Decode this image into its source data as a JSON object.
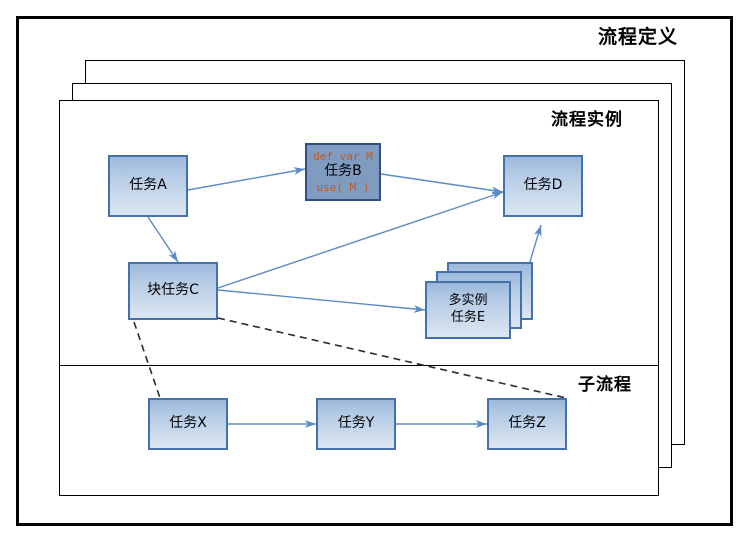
{
  "diagram": {
    "type": "workflow-nested-process",
    "frames": [
      {
        "id": "process-definition",
        "label": "流程定义"
      },
      {
        "id": "process-instance",
        "label": "流程实例"
      },
      {
        "id": "sub-process",
        "label": "子流程"
      }
    ]
  },
  "nodes": {
    "task_a": {
      "label": "任务A"
    },
    "task_b": {
      "label": "任务B",
      "pre_annotation": "def var M",
      "post_annotation": "use( M )"
    },
    "task_c": {
      "label": "块任务C"
    },
    "task_d": {
      "label": "任务D"
    },
    "task_e": {
      "label_line1": "多实例",
      "label_line2": "任务E",
      "instances": 3
    },
    "task_x": {
      "label": "任务X"
    },
    "task_y": {
      "label": "任务Y"
    },
    "task_z": {
      "label": "任务Z"
    }
  },
  "edges": [
    {
      "from": "task_a",
      "to": "task_b",
      "style": "solid"
    },
    {
      "from": "task_b",
      "to": "task_d",
      "style": "solid"
    },
    {
      "from": "task_a",
      "to": "task_c",
      "style": "solid"
    },
    {
      "from": "task_c",
      "to": "task_d",
      "style": "solid"
    },
    {
      "from": "task_c",
      "to": "task_e",
      "style": "solid"
    },
    {
      "from": "task_e",
      "to": "task_d",
      "style": "solid"
    },
    {
      "from": "task_x",
      "to": "task_y",
      "style": "solid"
    },
    {
      "from": "task_y",
      "to": "task_z",
      "style": "solid"
    },
    {
      "from": "task_c",
      "to": "task_x",
      "style": "dashed"
    },
    {
      "from": "task_c",
      "to": "task_z",
      "style": "dashed"
    }
  ],
  "colors": {
    "node_border": "#4472a8",
    "node_fill_top": "#9cb8dc",
    "node_fill_bottom": "#dce6f2",
    "block_node_fill": "#7f9bc0",
    "block_node_border": "#2f4f7f",
    "annotation_text": "#c05a1e",
    "connector": "#5b8bc4",
    "dashed_connector": "#2b2b2b",
    "frame_border": "#000000",
    "background": "#ffffff"
  }
}
